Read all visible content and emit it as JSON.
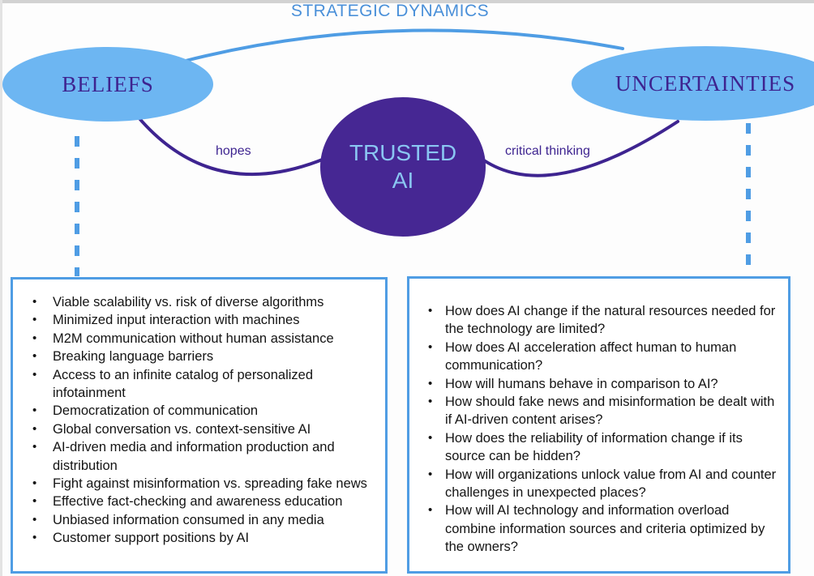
{
  "title": "STRATEGIC DYNAMICS",
  "diagram": {
    "beliefs_label": "BELIEFS",
    "uncertainties_label": "UNCERTAINTIES",
    "center_line1": "TRUSTED",
    "center_line2": "AI",
    "hopes_label": "hopes",
    "critical_thinking_label": "critical thinking"
  },
  "beliefs_box": {
    "items": [
      "Viable scalability vs. risk of diverse algorithms",
      "Minimized input interaction with machines",
      "M2M communication without human assistance",
      "Breaking language barriers",
      "Access to an infinite catalog of personalized infotainment",
      "Democratization of communication",
      "Global conversation vs. context-sensitive AI",
      "AI-driven media and information production and distribution",
      "Fight against misinformation vs. spreading fake news",
      "Effective fact-checking and awareness education",
      "Unbiased information consumed in any media",
      "Customer support positions by AI"
    ]
  },
  "uncertainties_box": {
    "items": [
      "How does AI change if the natural resources needed for the technology are limited?",
      "How does AI acceleration affect human to human communication?",
      "How will humans behave in comparison to AI?",
      "How should fake news and misinformation be dealt with if AI-driven content arises?",
      "How does the reliability of information change if its source can be hidden?",
      "How will organizations unlock value from AI and counter challenges in unexpected places?",
      "How will AI technology and information overload combine information sources and criteria optimized by the owners?"
    ]
  },
  "colors": {
    "title_blue": "#4a90d9",
    "accent_blue": "#4f9de4",
    "ellipse_fill": "#6db6f2",
    "deep_purple": "#3e2490",
    "center_fill": "#462793",
    "center_text": "#8ac6f2",
    "list_text": "#141414"
  }
}
